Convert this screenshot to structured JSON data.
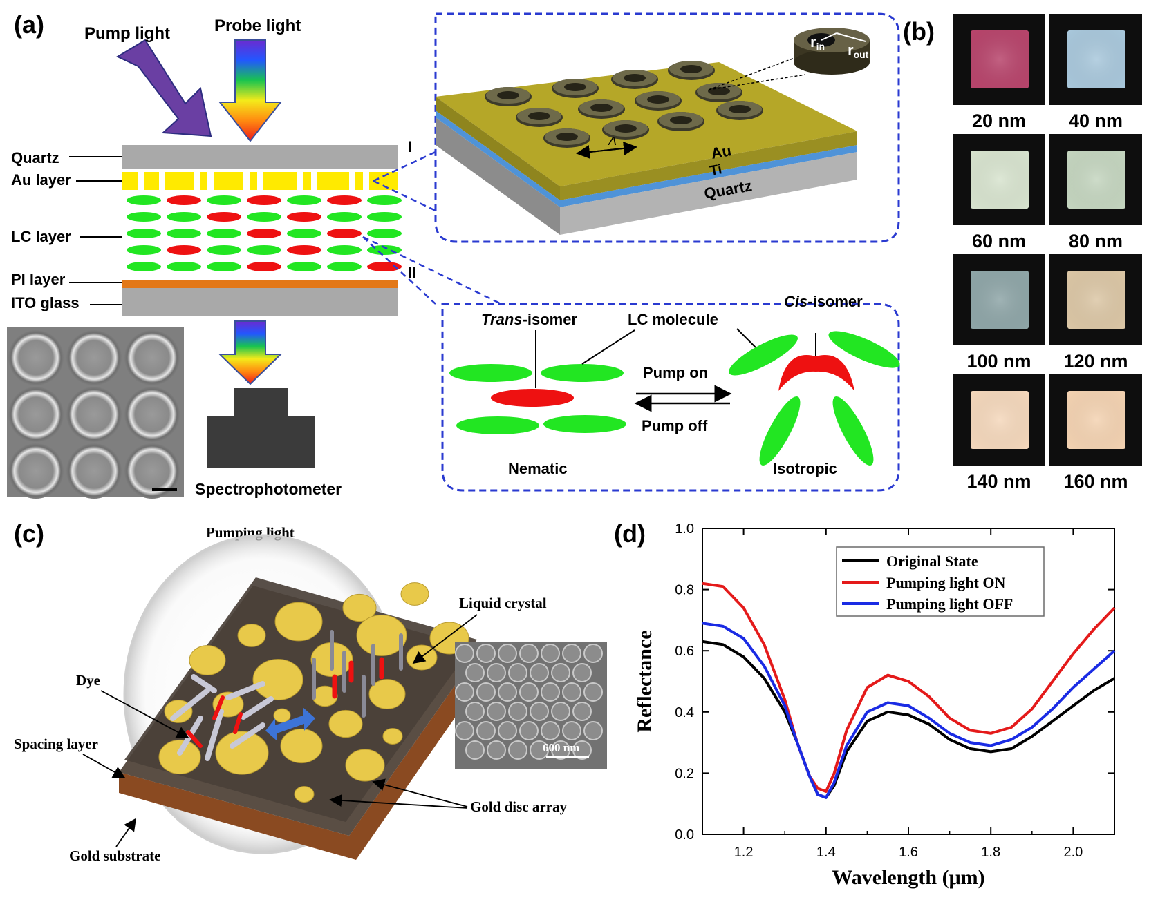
{
  "panels": {
    "a": {
      "tag": "(a)",
      "pump_light": "Pump light",
      "probe_light": "Probe light",
      "layers": {
        "quartz": "Quartz",
        "au": "Au layer",
        "lc": "LC layer",
        "pi": "PI layer",
        "ito": "ITO glass"
      },
      "marker_I": "I",
      "marker_II": "II",
      "inset_top": {
        "au": "Au",
        "ti": "Ti",
        "quartz": "Quartz",
        "period": "Λ",
        "r_in_main": "r",
        "r_in_sub": "in",
        "r_out_main": "r",
        "r_out_sub": "out"
      },
      "inset_bottom": {
        "trans_italic": "Trans",
        "trans_rest": "-isomer",
        "lc_molecule": "LC molecule",
        "cis_italic": "Cis",
        "cis_rest": "-isomer",
        "pump_on": "Pump on",
        "pump_off": "Pump off",
        "nematic": "Nematic",
        "isotropic": "Isotropic"
      },
      "spectrophotometer": "Spectrophotometer"
    },
    "b": {
      "tag": "(b)",
      "swatches": [
        {
          "label": "20 nm",
          "color": "#b8456c"
        },
        {
          "label": "40 nm",
          "color": "#a9c8dc"
        },
        {
          "label": "60 nm",
          "color": "#d8e4cf"
        },
        {
          "label": "80 nm",
          "color": "#c5d6c0"
        },
        {
          "label": "100 nm",
          "color": "#8fa6a8"
        },
        {
          "label": "120 nm",
          "color": "#dcc7a6"
        },
        {
          "label": "140 nm",
          "color": "#f5d8bc"
        },
        {
          "label": "160 nm",
          "color": "#f4d3b2"
        }
      ]
    },
    "c": {
      "tag": "(c)",
      "pumping_light": "Pumping light",
      "liquid_crystal": "Liquid crystal",
      "dye": "Dye",
      "spacing_layer": "Spacing layer",
      "gold_disc_array": "Gold disc array",
      "gold_substrate": "Gold substrate",
      "scale_bar": "600 nm"
    },
    "d": {
      "tag": "(d)"
    }
  },
  "colors": {
    "dash": "#2a3ad0",
    "green": "#22e622",
    "red": "#ee1111",
    "gold": "#e8c94a",
    "au_top": "#b5a728",
    "ti": "#4f93d8",
    "quartz": "#a9a9a9",
    "pi": "#e27818",
    "pump_arrow": "#6a3fa3",
    "series_black": "#000000",
    "series_red": "#e41a1a",
    "series_blue": "#1a2be4"
  },
  "chart_data": {
    "type": "line",
    "xlabel": "Wavelength (μm)",
    "ylabel": "Reflectance",
    "xlim": [
      1.1,
      2.1
    ],
    "ylim": [
      0.0,
      1.0
    ],
    "xticks": [
      1.2,
      1.4,
      1.6,
      1.8,
      2.0
    ],
    "yticks": [
      0.0,
      0.2,
      0.4,
      0.6,
      0.8,
      1.0
    ],
    "legend_position": "top-center",
    "series": [
      {
        "name": "Original State",
        "color": "#000000",
        "x": [
          1.1,
          1.15,
          1.2,
          1.25,
          1.3,
          1.33,
          1.36,
          1.38,
          1.4,
          1.42,
          1.45,
          1.5,
          1.55,
          1.6,
          1.65,
          1.7,
          1.75,
          1.8,
          1.85,
          1.9,
          1.95,
          2.0,
          2.05,
          2.1
        ],
        "y": [
          0.63,
          0.62,
          0.58,
          0.51,
          0.4,
          0.3,
          0.19,
          0.13,
          0.12,
          0.16,
          0.27,
          0.37,
          0.4,
          0.39,
          0.36,
          0.31,
          0.28,
          0.27,
          0.28,
          0.32,
          0.37,
          0.42,
          0.47,
          0.51
        ]
      },
      {
        "name": "Pumping light ON",
        "color": "#e41a1a",
        "x": [
          1.1,
          1.15,
          1.2,
          1.25,
          1.3,
          1.33,
          1.36,
          1.38,
          1.4,
          1.42,
          1.45,
          1.5,
          1.55,
          1.6,
          1.65,
          1.7,
          1.75,
          1.8,
          1.85,
          1.9,
          1.95,
          2.0,
          2.05,
          2.1
        ],
        "y": [
          0.82,
          0.81,
          0.74,
          0.62,
          0.44,
          0.3,
          0.19,
          0.15,
          0.14,
          0.2,
          0.34,
          0.48,
          0.52,
          0.5,
          0.45,
          0.38,
          0.34,
          0.33,
          0.35,
          0.41,
          0.5,
          0.59,
          0.67,
          0.74
        ]
      },
      {
        "name": "Pumping light OFF",
        "color": "#1a2be4",
        "x": [
          1.1,
          1.15,
          1.2,
          1.25,
          1.3,
          1.33,
          1.36,
          1.38,
          1.4,
          1.42,
          1.45,
          1.5,
          1.55,
          1.6,
          1.65,
          1.7,
          1.75,
          1.8,
          1.85,
          1.9,
          1.95,
          2.0,
          2.05,
          2.1
        ],
        "y": [
          0.69,
          0.68,
          0.64,
          0.55,
          0.42,
          0.3,
          0.19,
          0.13,
          0.12,
          0.17,
          0.29,
          0.4,
          0.43,
          0.42,
          0.38,
          0.33,
          0.3,
          0.29,
          0.31,
          0.35,
          0.41,
          0.48,
          0.54,
          0.6
        ]
      }
    ]
  }
}
